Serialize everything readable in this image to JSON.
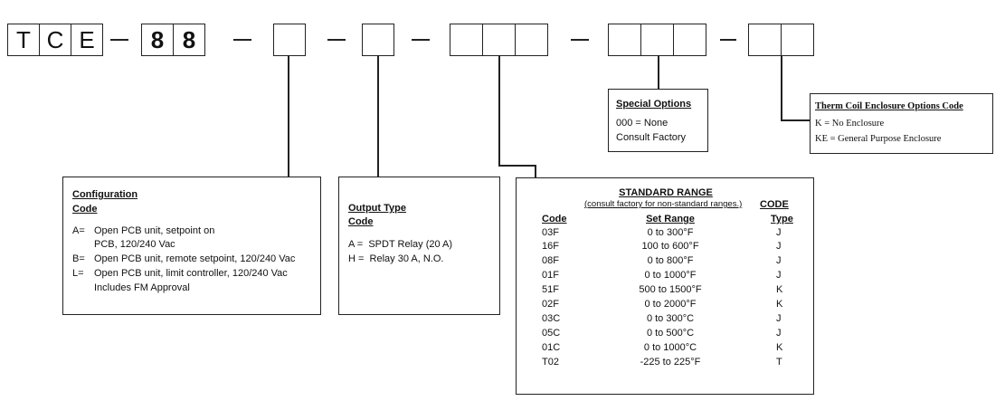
{
  "code_prefix": [
    "T",
    "C",
    "E"
  ],
  "code_series": [
    "8",
    "8"
  ],
  "separator": "–",
  "configuration": {
    "title": "Configuration",
    "subtitle": "Code",
    "lines": [
      {
        "code": "A=",
        "text": "Open PCB unit, setpoint on"
      },
      {
        "code": "",
        "text": "PCB, 120/240 Vac"
      },
      {
        "code": "B=",
        "text": "Open PCB unit, remote setpoint, 120/240 Vac"
      },
      {
        "code": "L=",
        "text": "Open PCB unit, limit controller, 120/240 Vac"
      },
      {
        "code": "",
        "text": "Includes FM Approval"
      }
    ]
  },
  "output_type": {
    "title": "Output Type",
    "subtitle": "Code",
    "lines": [
      "A =  SPDT Relay (20 A)",
      "H =  Relay 30 A, N.O."
    ]
  },
  "special_options": {
    "title": "Special Options",
    "lines": [
      "000 = None",
      "Consult Factory"
    ]
  },
  "enclosure": {
    "title": "Therm Coil Enclosure Options Code",
    "lines": [
      "K = No Enclosure",
      "KE = General Purpose Enclosure"
    ]
  },
  "standard_range": {
    "title": "STANDARD RANGE",
    "note": "(consult factory for non-standard ranges.)",
    "code_label": "CODE",
    "col_headers": [
      "Code",
      "Set Range",
      "Type"
    ],
    "rows": [
      [
        "03F",
        "0 to 300°F",
        "J"
      ],
      [
        "16F",
        "100 to 600°F",
        "J"
      ],
      [
        "08F",
        "0 to 800°F",
        "J"
      ],
      [
        "01F",
        "0 to 1000°F",
        "J"
      ],
      [
        "51F",
        "500 to 1500°F",
        "K"
      ],
      [
        "02F",
        "0 to 2000°F",
        "K"
      ],
      [
        "03C",
        "0 to 300°C",
        "J"
      ],
      [
        "05C",
        "0 to 500°C",
        "J"
      ],
      [
        "01C",
        "0 to 1000°C",
        "K"
      ],
      [
        "T02",
        "-225 to 225°F",
        "T"
      ]
    ]
  }
}
